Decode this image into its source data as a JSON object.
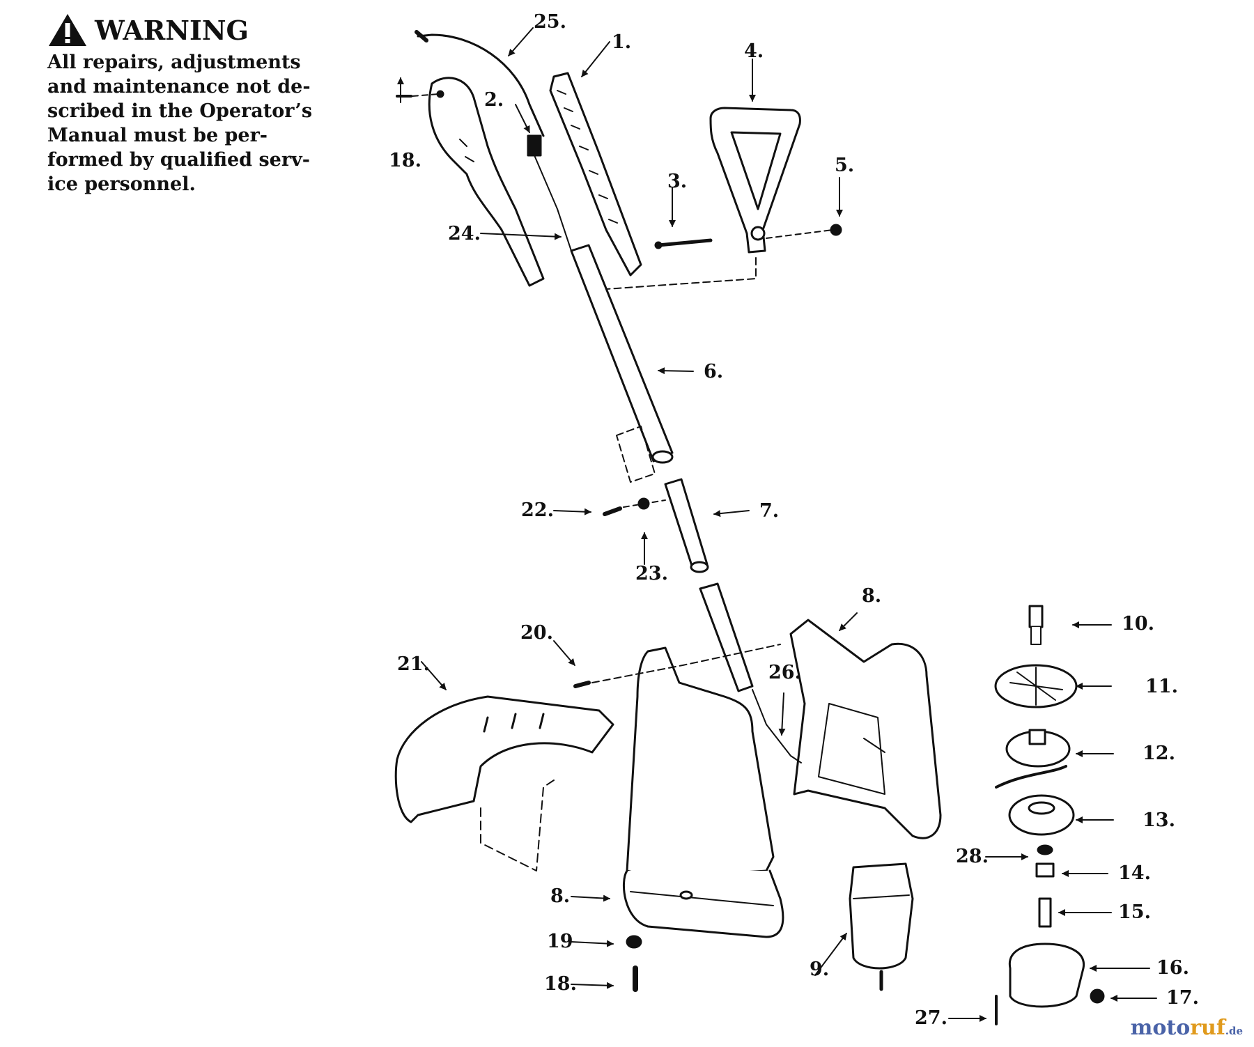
{
  "warning": {
    "title": "WARNING",
    "lines": [
      "All repairs, adjustments",
      "and maintenance not de-",
      "scribed in the Operator’s",
      "Manual must be per-",
      "formed by qualified serv-",
      "ice personnel."
    ]
  },
  "parts": {
    "p1": "1.",
    "p2": "2.",
    "p3": "3.",
    "p4": "4.",
    "p5": "5.",
    "p6": "6.",
    "p7": "7.",
    "p8a": "8.",
    "p8b": "8.",
    "p9": "9.",
    "p10": "10.",
    "p11": "11.",
    "p12": "12.",
    "p13": "13.",
    "p14": "14.",
    "p15": "15.",
    "p16": "16.",
    "p17": "17.",
    "p18a": "18.",
    "p18b": "18.",
    "p19": "19",
    "p20": "20.",
    "p21": "21.",
    "p22": "22.",
    "p23": "23.",
    "p24": "24.",
    "p25": "25.",
    "p26": "26.",
    "p27": "27.",
    "p28": "28."
  },
  "watermark": {
    "a": "moto",
    "b": "ruf",
    "c": ".de"
  },
  "colors": {
    "ink": "#111111",
    "watermark_blue": "#4a63a8",
    "watermark_orange": "#e09a1c"
  }
}
